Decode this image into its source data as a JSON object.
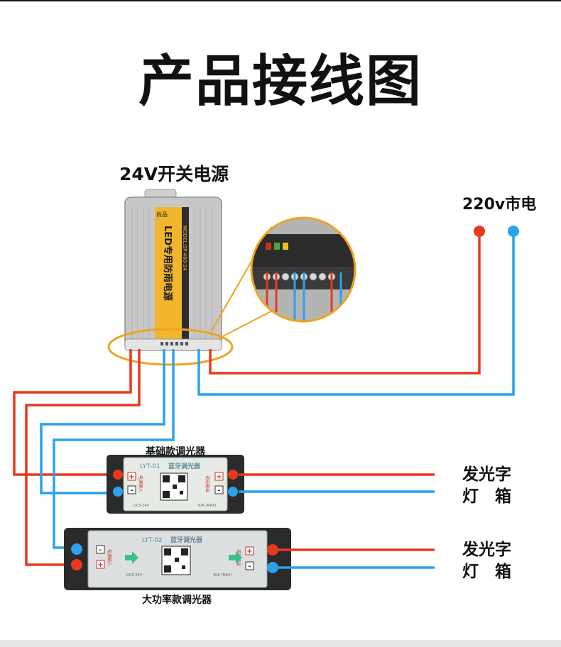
{
  "title": "产品接线图",
  "power_supply": {
    "label": "24V开关电源",
    "brand": "尚品",
    "model": "MODEL:SP-400-24",
    "product_name": "LED专用防雨电源"
  },
  "mains": {
    "label": "220v市电"
  },
  "dimmer_basic": {
    "label": "基础款调光器",
    "model": "LYT-01",
    "name": "蓝牙调光器",
    "input_label": "电源输入",
    "output_label": "调光输出",
    "input_voltage": "DC5-24V",
    "output_current": "30A (MAX)"
  },
  "dimmer_high": {
    "label": "大功率款调光器",
    "model": "LYT-02",
    "name": "蓝牙调光器",
    "input_label": "电源输入",
    "output_label": "调光输出",
    "input_voltage": "DC5-24V",
    "output_current": "30A (MAX)"
  },
  "load_1": {
    "line1": "发光字",
    "line2": "灯　箱"
  },
  "load_2": {
    "line1": "发光字",
    "line2": "灯　箱"
  },
  "terminal_signs": {
    "plus": "+",
    "minus": "-"
  },
  "colors": {
    "positive": "#e8391d",
    "negative": "#2aa2ea",
    "highlight": "#f0a21e",
    "label_band": "#f1b62e"
  }
}
